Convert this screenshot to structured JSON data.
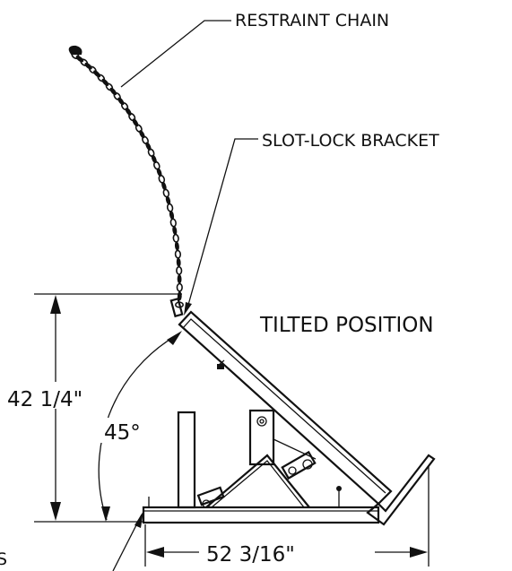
{
  "labels": {
    "restraint_chain": "RESTRAINT CHAIN",
    "slot_lock_bracket": "SLOT-LOCK BRACKET",
    "tilted_position": "TILTED POSITION",
    "height_dim": "42 1/4\"",
    "angle_dim": "45°",
    "length_dim": "52 3/16\"",
    "clipped_left_text": "S"
  }
}
